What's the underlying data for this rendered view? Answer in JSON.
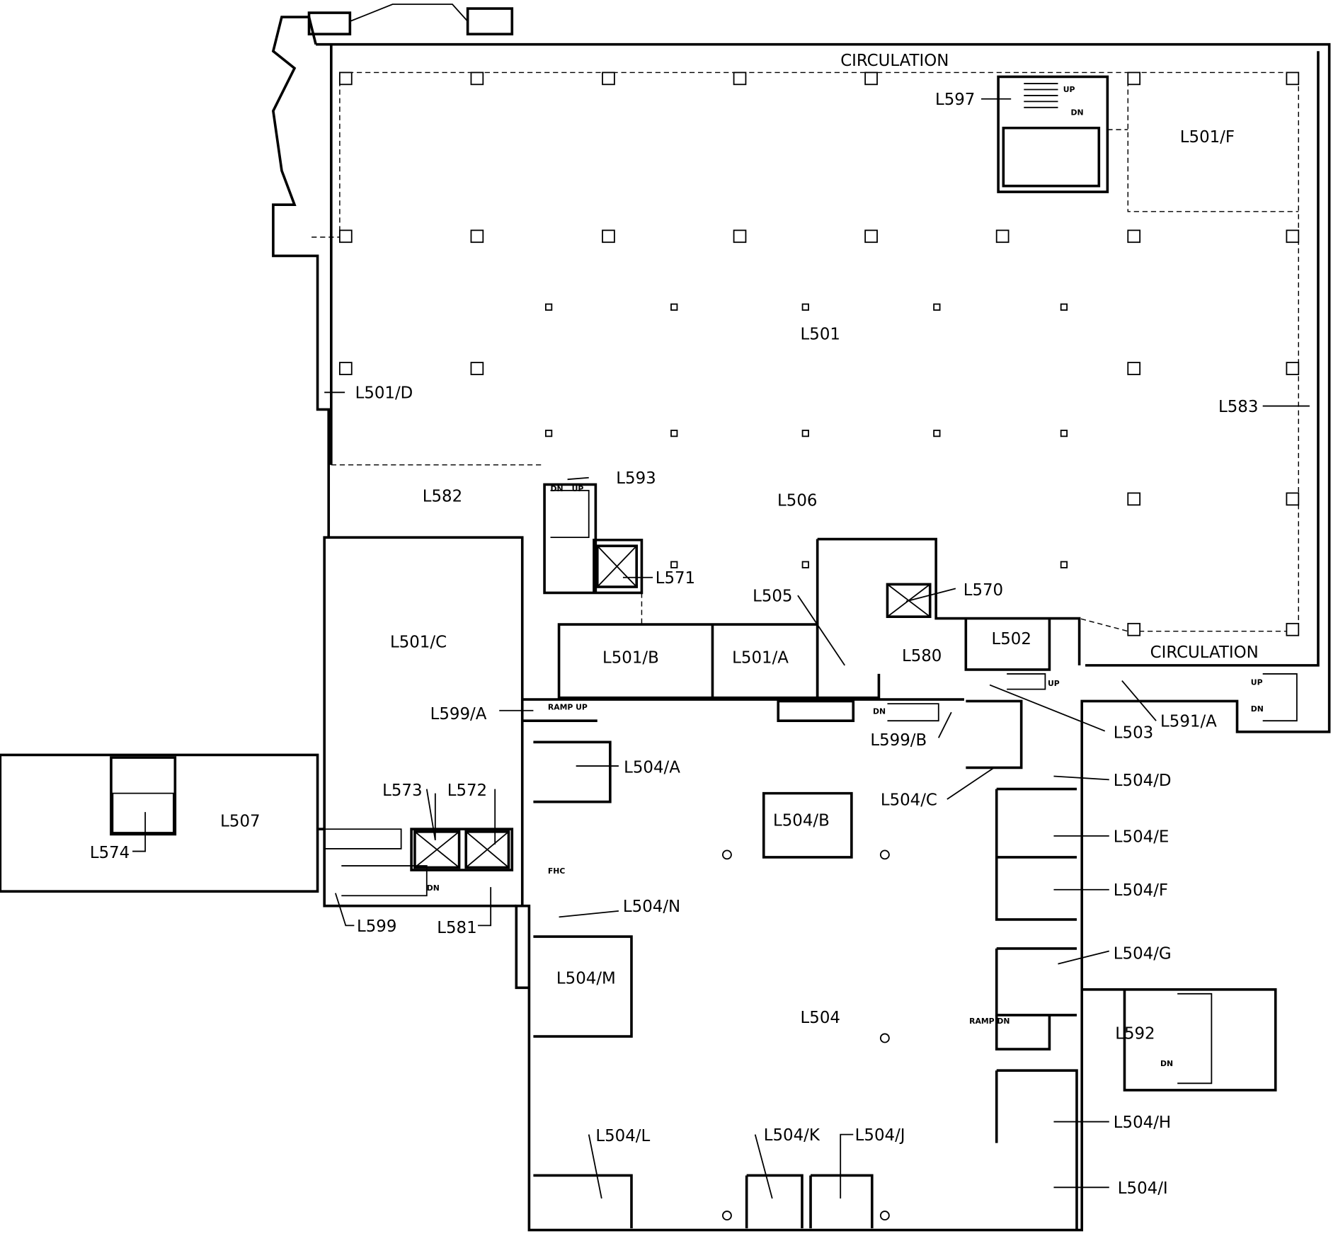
{
  "rooms": {
    "circulation_top": "CIRCULATION",
    "circulation_bottom": "CIRCULATION",
    "l501": "L501",
    "l501f": "L501/F",
    "l597": "L597",
    "l501d": "L501/D",
    "l583": "L583",
    "l582": "L582",
    "l593": "L593",
    "l506": "L506",
    "l571": "L571",
    "l570": "L570",
    "l505": "L505",
    "l501c": "L501/C",
    "l501b": "L501/B",
    "l501a": "L501/A",
    "l580": "L580",
    "l502": "L502",
    "l599a": "L599/A",
    "l599b": "L599/B",
    "l503": "L503",
    "l591a": "L591/A",
    "l504a": "L504/A",
    "l504b": "L504/B",
    "l504c": "L504/C",
    "l504d": "L504/D",
    "l504e": "L504/E",
    "l504f": "L504/F",
    "l504g": "L504/G",
    "l504h": "L504/H",
    "l504i": "L504/I",
    "l504j": "L504/J",
    "l504k": "L504/K",
    "l504l": "L504/L",
    "l504m": "L504/M",
    "l504n": "L504/N",
    "l504": "L504",
    "l592": "L592",
    "l573": "L573",
    "l572": "L572",
    "l507": "L507",
    "l574": "L574",
    "l599": "L599",
    "l581": "L581"
  },
  "annotations": {
    "up": "UP",
    "dn": "DN",
    "ramp_up": "RAMP UP",
    "ramp_dn": "RAMP DN",
    "fhc": "FHC"
  }
}
